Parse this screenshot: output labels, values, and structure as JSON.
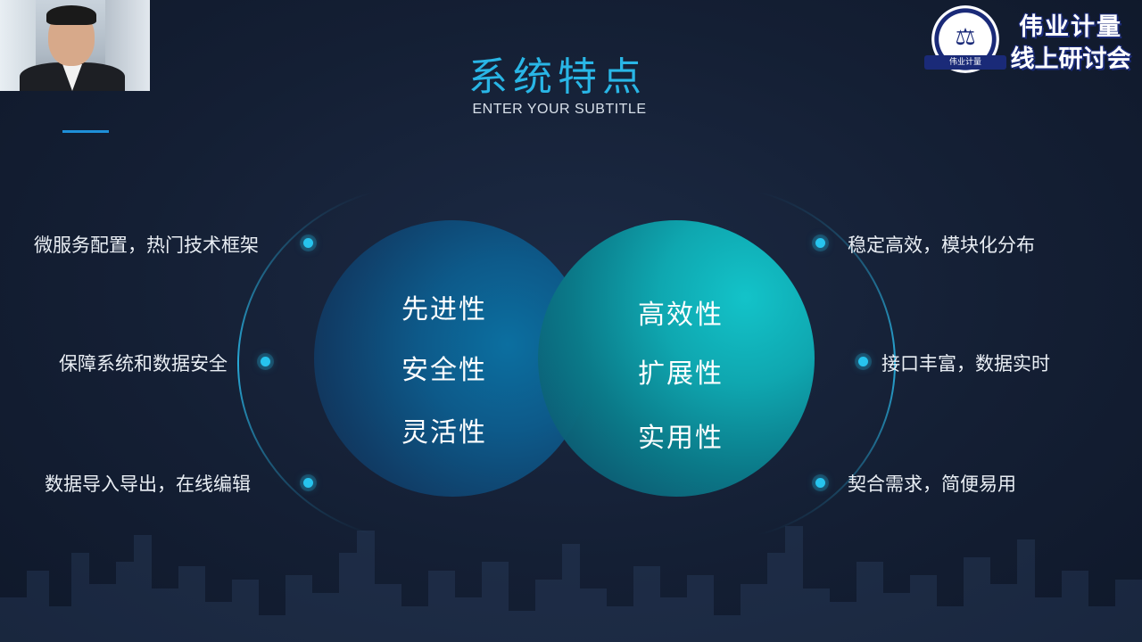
{
  "slide": {
    "title": "系统特点",
    "subtitle": "ENTER YOUR SUBTITLE"
  },
  "logo": {
    "line1": "伟业计量",
    "line2": "线上研讨会",
    "ribbon": "伟业计量"
  },
  "circles": {
    "left": [
      "先进性",
      "安全性",
      "灵活性"
    ],
    "right": [
      "高效性",
      "扩展性",
      "实用性"
    ]
  },
  "points": {
    "left": [
      "微服务配置，热门技术框架",
      "保障系统和数据安全",
      "数据导入导出，在线编辑"
    ],
    "right": [
      "稳定高效，模块化分布",
      "接口丰富，数据实时",
      "契合需求，简便易用"
    ]
  },
  "colors": {
    "title": "#29b6e6",
    "accent": "#27c4ee",
    "background": "#141f34"
  }
}
